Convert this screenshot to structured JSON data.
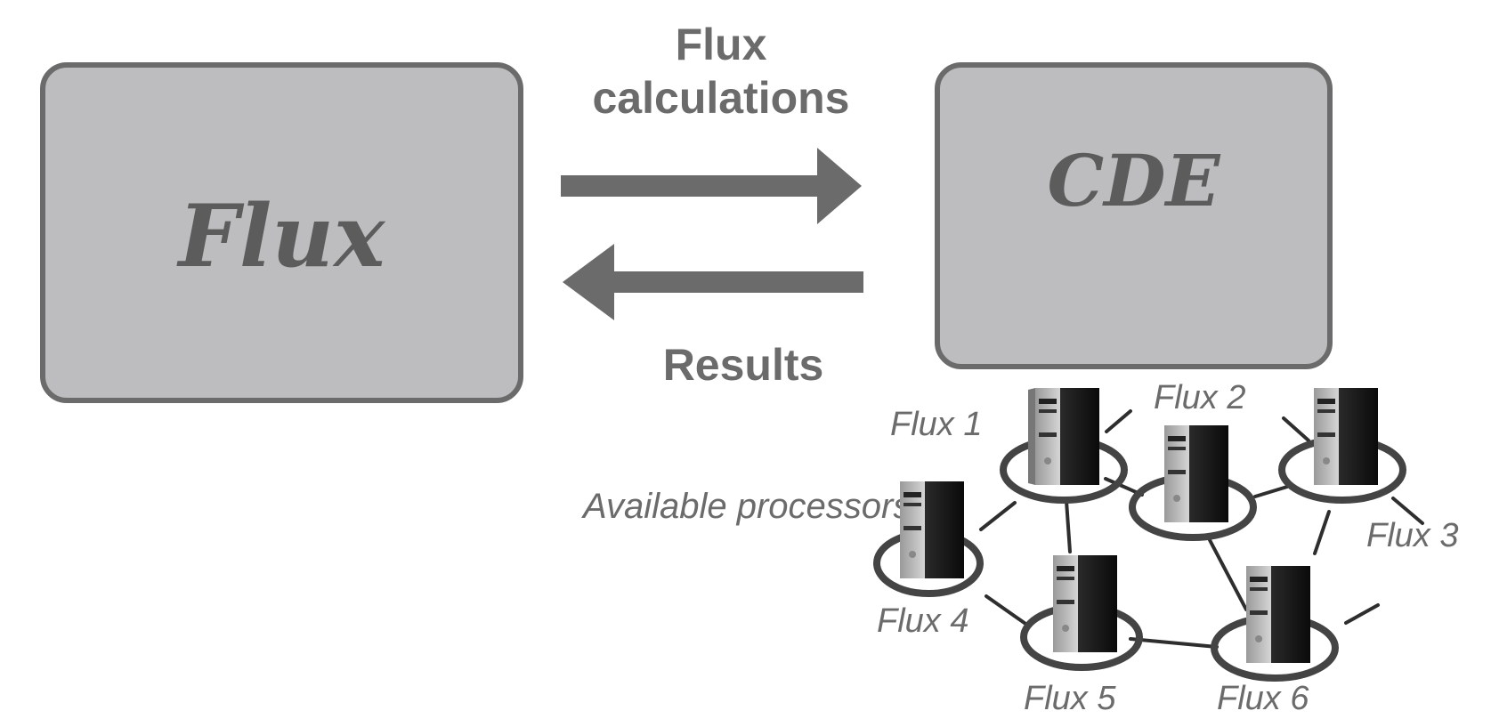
{
  "boxes": {
    "left_title": "Flux",
    "right_title": "CDE"
  },
  "arrows": {
    "forward_label": "Flux calculations",
    "back_label": "Results"
  },
  "processors_label": "Available processors",
  "nodes": [
    "Flux 1",
    "Flux 2",
    "Flux 3",
    "Flux 4",
    "Flux 5",
    "Flux 6"
  ],
  "colors": {
    "box_fill": "#bdbdbf",
    "box_border": "#6b6b6b",
    "arrow": "#6b6b6b",
    "text": "#5c5c5c"
  }
}
